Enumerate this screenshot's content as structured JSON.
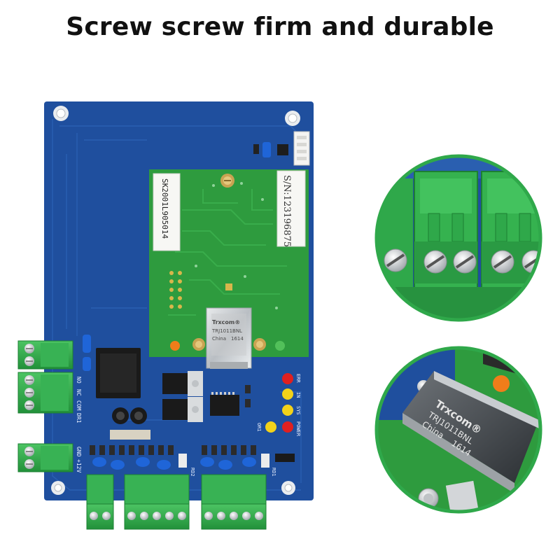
{
  "headline": "Screw screw firm and durable",
  "board": {
    "module_code": "SK2001L905014",
    "serial_label": "S/N:123196875",
    "jack_brand": "Trxcom®",
    "jack_model": "TRJ1011BNL",
    "jack_origin": "China",
    "jack_date": "1614",
    "labels": {
      "err": "ERR",
      "in": "IN",
      "sys": "SYS",
      "power": "POWER",
      "or1": "OR1",
      "dr1": "DR1",
      "gnd": "GND",
      "v12": "+12V",
      "com": "COM",
      "nc": "NC",
      "no": "NO",
      "rd2": "RD2",
      "rd1": "RD1"
    }
  },
  "zoom_jack": {
    "brand": "Trxcom®",
    "model": "TRJ1011BNL",
    "origin": "China",
    "date": "1614"
  },
  "colors": {
    "board_blue": "#1f4f9e",
    "module_green": "#2e9b3e",
    "terminal_green": "#2fa84a",
    "led_red": "#e02020",
    "led_yellow": "#f2d21a",
    "led_orange": "#f07d1a"
  }
}
